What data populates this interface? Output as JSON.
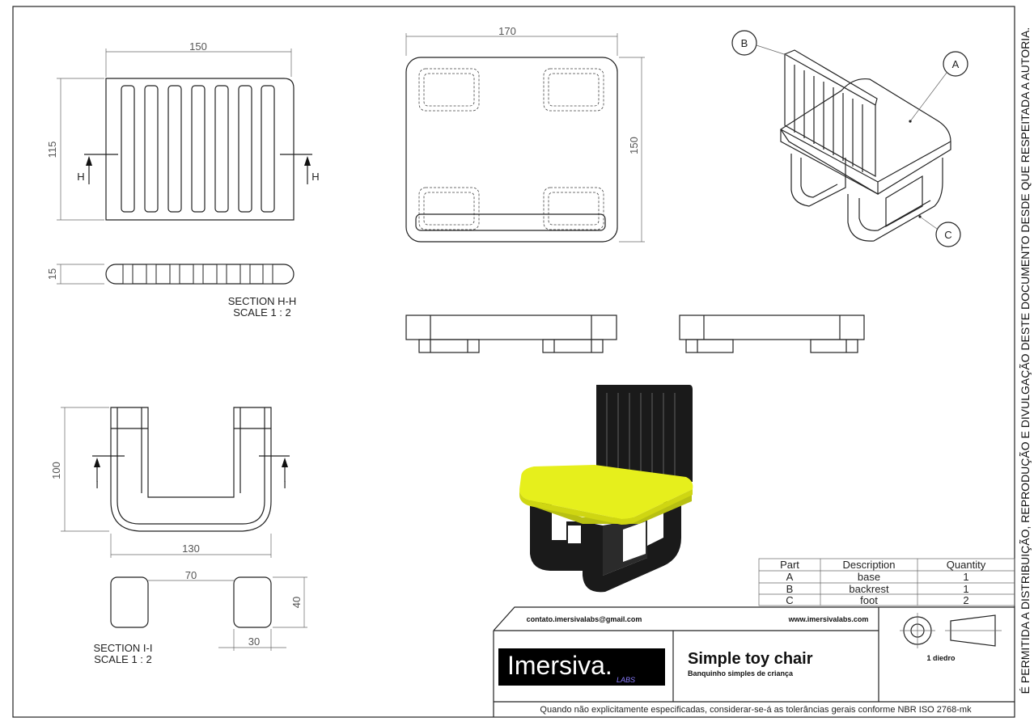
{
  "dimensions": {
    "top_width": "150",
    "top_height": "115",
    "section_thickness": "15",
    "bottom_width": "170",
    "bottom_height": "150",
    "foot_height": "100",
    "foot_width": "130",
    "foot_gap": "70",
    "foot_section_height": "40",
    "foot_section_width": "30"
  },
  "section_marks": {
    "h": "H",
    "i": "I"
  },
  "section_hh": {
    "name": "SECTION H-H",
    "scale": "SCALE 1 : 2"
  },
  "section_ii": {
    "name": "SECTION I-I",
    "scale": "SCALE 1 : 2"
  },
  "balloons": {
    "a": "A",
    "b": "B",
    "c": "C"
  },
  "bom": {
    "headers": [
      "Part",
      "Description",
      "Quantity"
    ],
    "rows": [
      [
        "A",
        "base",
        "1"
      ],
      [
        "B",
        "backrest",
        "1"
      ],
      [
        "C",
        "foot",
        "2"
      ]
    ]
  },
  "title_block": {
    "email": "contato.imersivalabs@gmail.com",
    "website": "www.imersivalabs.com",
    "logo_text": "Imersiva.",
    "logo_sub": "LABS",
    "title": "Simple toy chair",
    "subtitle": "Banquinho simples de criança",
    "projection": "1 diedro",
    "tolerance_note": "Quando não explicitamente especificadas, considerar-se-á as tolerâncias gerais conforme NBR ISO 2768-mk"
  },
  "side_notice": "É PERMITIDA A DISTRIBUIÇÃO, REPRODUÇÃO E DIVULGAÇÃO DESTE DOCUMENTO DESDE QUE RESPEITADA A AUTORIA.",
  "colors": {
    "seat": "#e6ef1c",
    "body": "#1a1a1a",
    "logo_bg": "#000000"
  }
}
